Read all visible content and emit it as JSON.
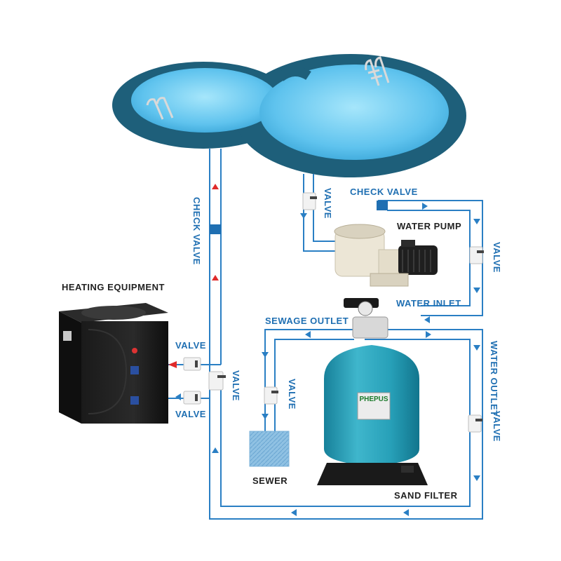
{
  "labels": {
    "check_valve_top": "CHECK VALVE",
    "check_valve_left": "CHECK VALVE",
    "valve_pool_outlet": "VALVE",
    "water_pump": "WATER PUMP",
    "valve_pump_side": "VALVE",
    "water_inlet": "WATER INLET",
    "heating_equipment": "HEATING EQUIPMENT",
    "sewage_outlet": "SEWAGE OUTLET",
    "valve_heater_top": "VALVE",
    "valve_heater_bottom": "VALVE",
    "valve_bypass": "VALVE",
    "valve_sewer": "VALVE",
    "water_outlet": "WATER OUTLET",
    "valve_filter_side": "VALVE",
    "sewer": "SEWER",
    "sand_filter": "SAND FILTER",
    "filter_brand": "PHEPUS"
  },
  "colors": {
    "pipe": "#2a7fc4",
    "flow_arrow": "#2a7fc4",
    "hot_arrow": "#e02a2a",
    "pool_water": "#5fc3ee",
    "pool_tile": "#1e5f7a",
    "filter_tank": "#27a0b8",
    "label": "#1f6fb2",
    "label_dark": "#222222"
  }
}
